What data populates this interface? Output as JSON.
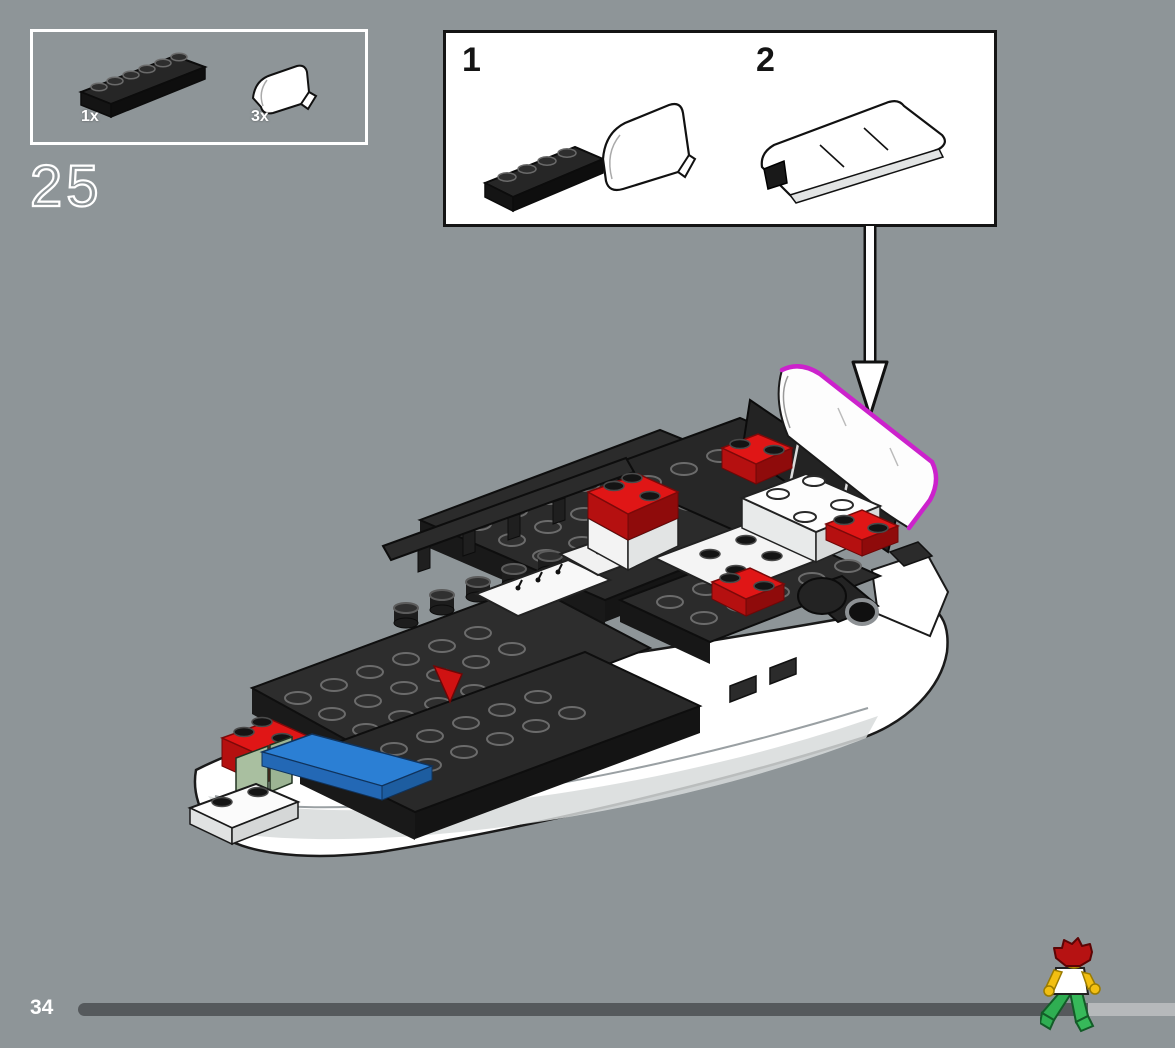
{
  "page": {
    "background_color": "#8e9598",
    "number": "34"
  },
  "step": {
    "number": "25"
  },
  "parts_callout": {
    "items": [
      {
        "count": "1x",
        "part": "black-plate-1x6"
      },
      {
        "count": "3x",
        "part": "white-curved-slope-2x2"
      }
    ]
  },
  "substeps": {
    "box_background": "#ffffff",
    "labels": [
      "1",
      "2"
    ]
  },
  "assembly": {
    "model": "lego-boat-hull",
    "highlight_color": "#cc22cc",
    "pointer": "down-arrow"
  },
  "progress": {
    "completed_fraction": 0.92,
    "completed_color": "#55595c",
    "remaining_color": "#b6b9bb"
  },
  "minifigure": {
    "icon": "running-minifigure",
    "hair_color": "#b61212",
    "skin_color": "#f2bf12",
    "torso_color": "#ffffff",
    "legs_color": "#2fae52"
  }
}
